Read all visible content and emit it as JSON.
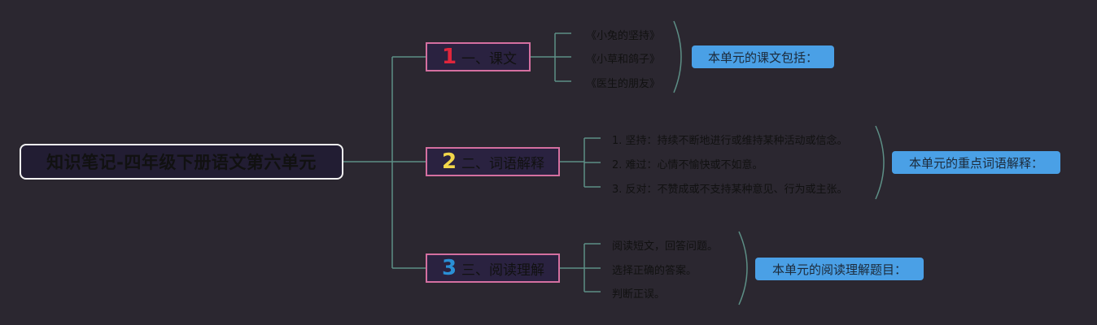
{
  "root": {
    "title": "知识笔记-四年级下册语文第六单元"
  },
  "branches": [
    {
      "number": "1",
      "number_color": "#e0263c",
      "label": "一、课文",
      "items": [
        "《小兔的坚持》",
        "《小草和鸽子》",
        "《医生的朋友》"
      ],
      "summary": "本单元的课文包括："
    },
    {
      "number": "2",
      "number_color": "#f2d64a",
      "label": "二、词语解释",
      "items": [
        "1. 坚持：持续不断地进行或维持某种活动或信念。",
        "2. 难过：心情不愉快或不如意。",
        "3. 反对：不赞成或不支持某种意见、行为或主张。"
      ],
      "summary": "本单元的重点词语解释："
    },
    {
      "number": "3",
      "number_color": "#2a8fd6",
      "label": "三、阅读理解",
      "items": [
        "阅读短文，回答问题。",
        "选择正确的答案。",
        "判断正误。"
      ],
      "summary": "本单元的阅读理解题目："
    }
  ],
  "colors": {
    "background": "#2b2730",
    "connector": "#5d8f86",
    "branch_border": "#d46fa0",
    "summary_fill": "#4aa0e6"
  }
}
